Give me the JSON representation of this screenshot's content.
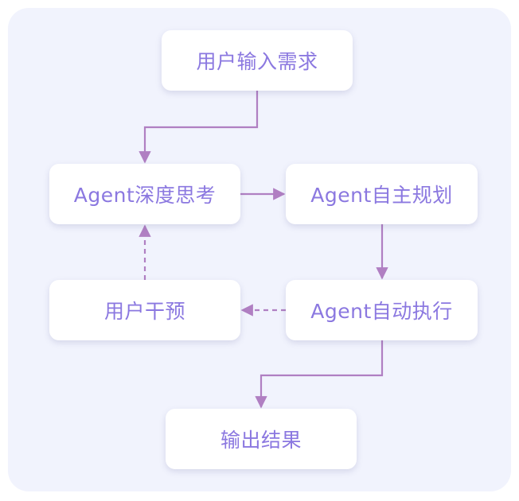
{
  "nodes": {
    "user_input": "用户输入需求",
    "agent_think": "Agent深度思考",
    "agent_plan": "Agent自主规划",
    "user_intervene": "用户干预",
    "agent_execute": "Agent自动执行",
    "output_result": "输出结果"
  },
  "colors": {
    "panel_background": "#f1f3fd",
    "node_background": "#ffffff",
    "node_text": "#8b78e0",
    "edge": "#b07fc2"
  }
}
